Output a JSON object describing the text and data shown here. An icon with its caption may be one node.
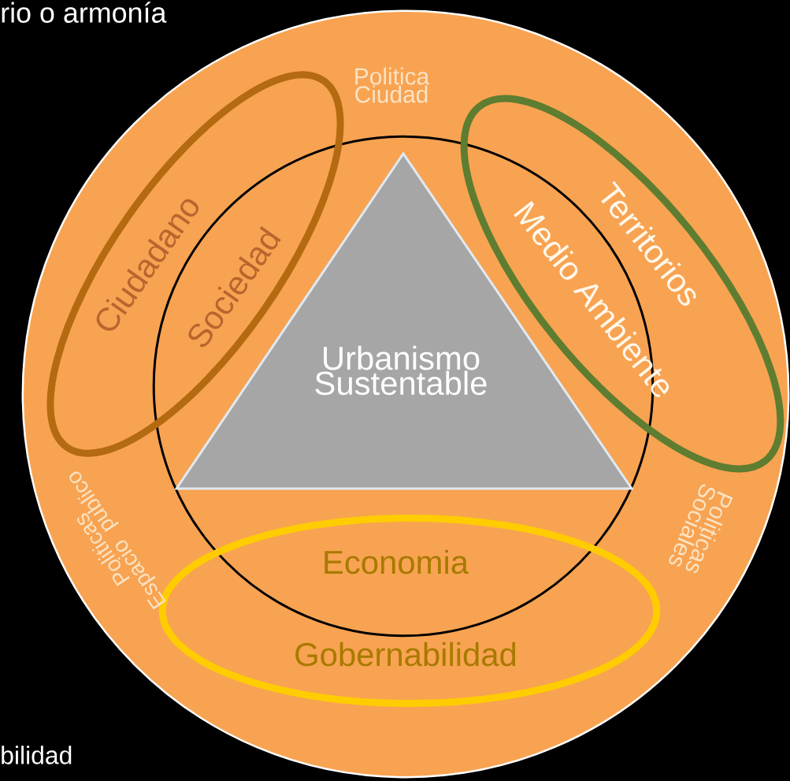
{
  "diagram": {
    "nodes": [
      {
        "text": [],
        "shape": "circle"
      },
      {
        "text": [],
        "shape": "circle",
        "in": 0
      },
      {
        "text": [
          "Urbanismo Sustentable"
        ],
        "in": 1
      },
      {
        "text": [
          "Ciudadano",
          "Sociedad"
        ],
        "in": 0
      },
      {
        "text": [
          "Territorios",
          "Medio Ambiente"
        ],
        "in": 0
      },
      {
        "text": [
          "Economia",
          "Gobernabilidad"
        ],
        "in": 0
      }
    ],
    "labels": [
      "rio o armonía",
      "Politica Ciudad",
      "Politicas Sociales",
      "Politicas Espacio publico",
      "bilidad"
    ]
  }
}
